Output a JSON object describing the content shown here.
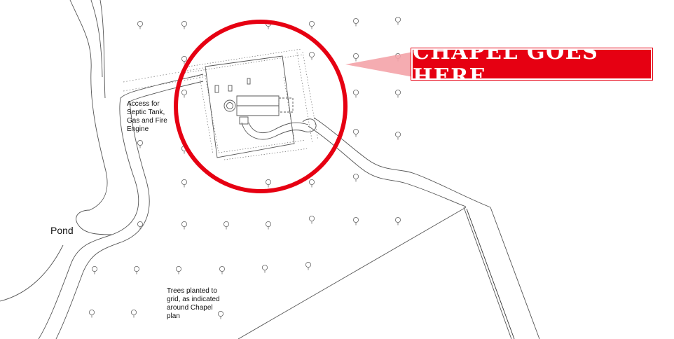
{
  "labels": {
    "pond": "Pond",
    "access_lines": [
      "Access for",
      "Septic Tank,",
      "Gas and Fire",
      "Engine"
    ],
    "trees_lines": [
      "Trees planted to",
      "grid, as indicated",
      "around Chapel",
      "plan"
    ],
    "callout": "CHAPEL GOES HERE"
  },
  "colors": {
    "highlight_red": "#e60012",
    "line": "#555555",
    "text": "#111111",
    "callout_text": "#ffffff"
  },
  "icons": {
    "tree": "tree-symbol"
  }
}
